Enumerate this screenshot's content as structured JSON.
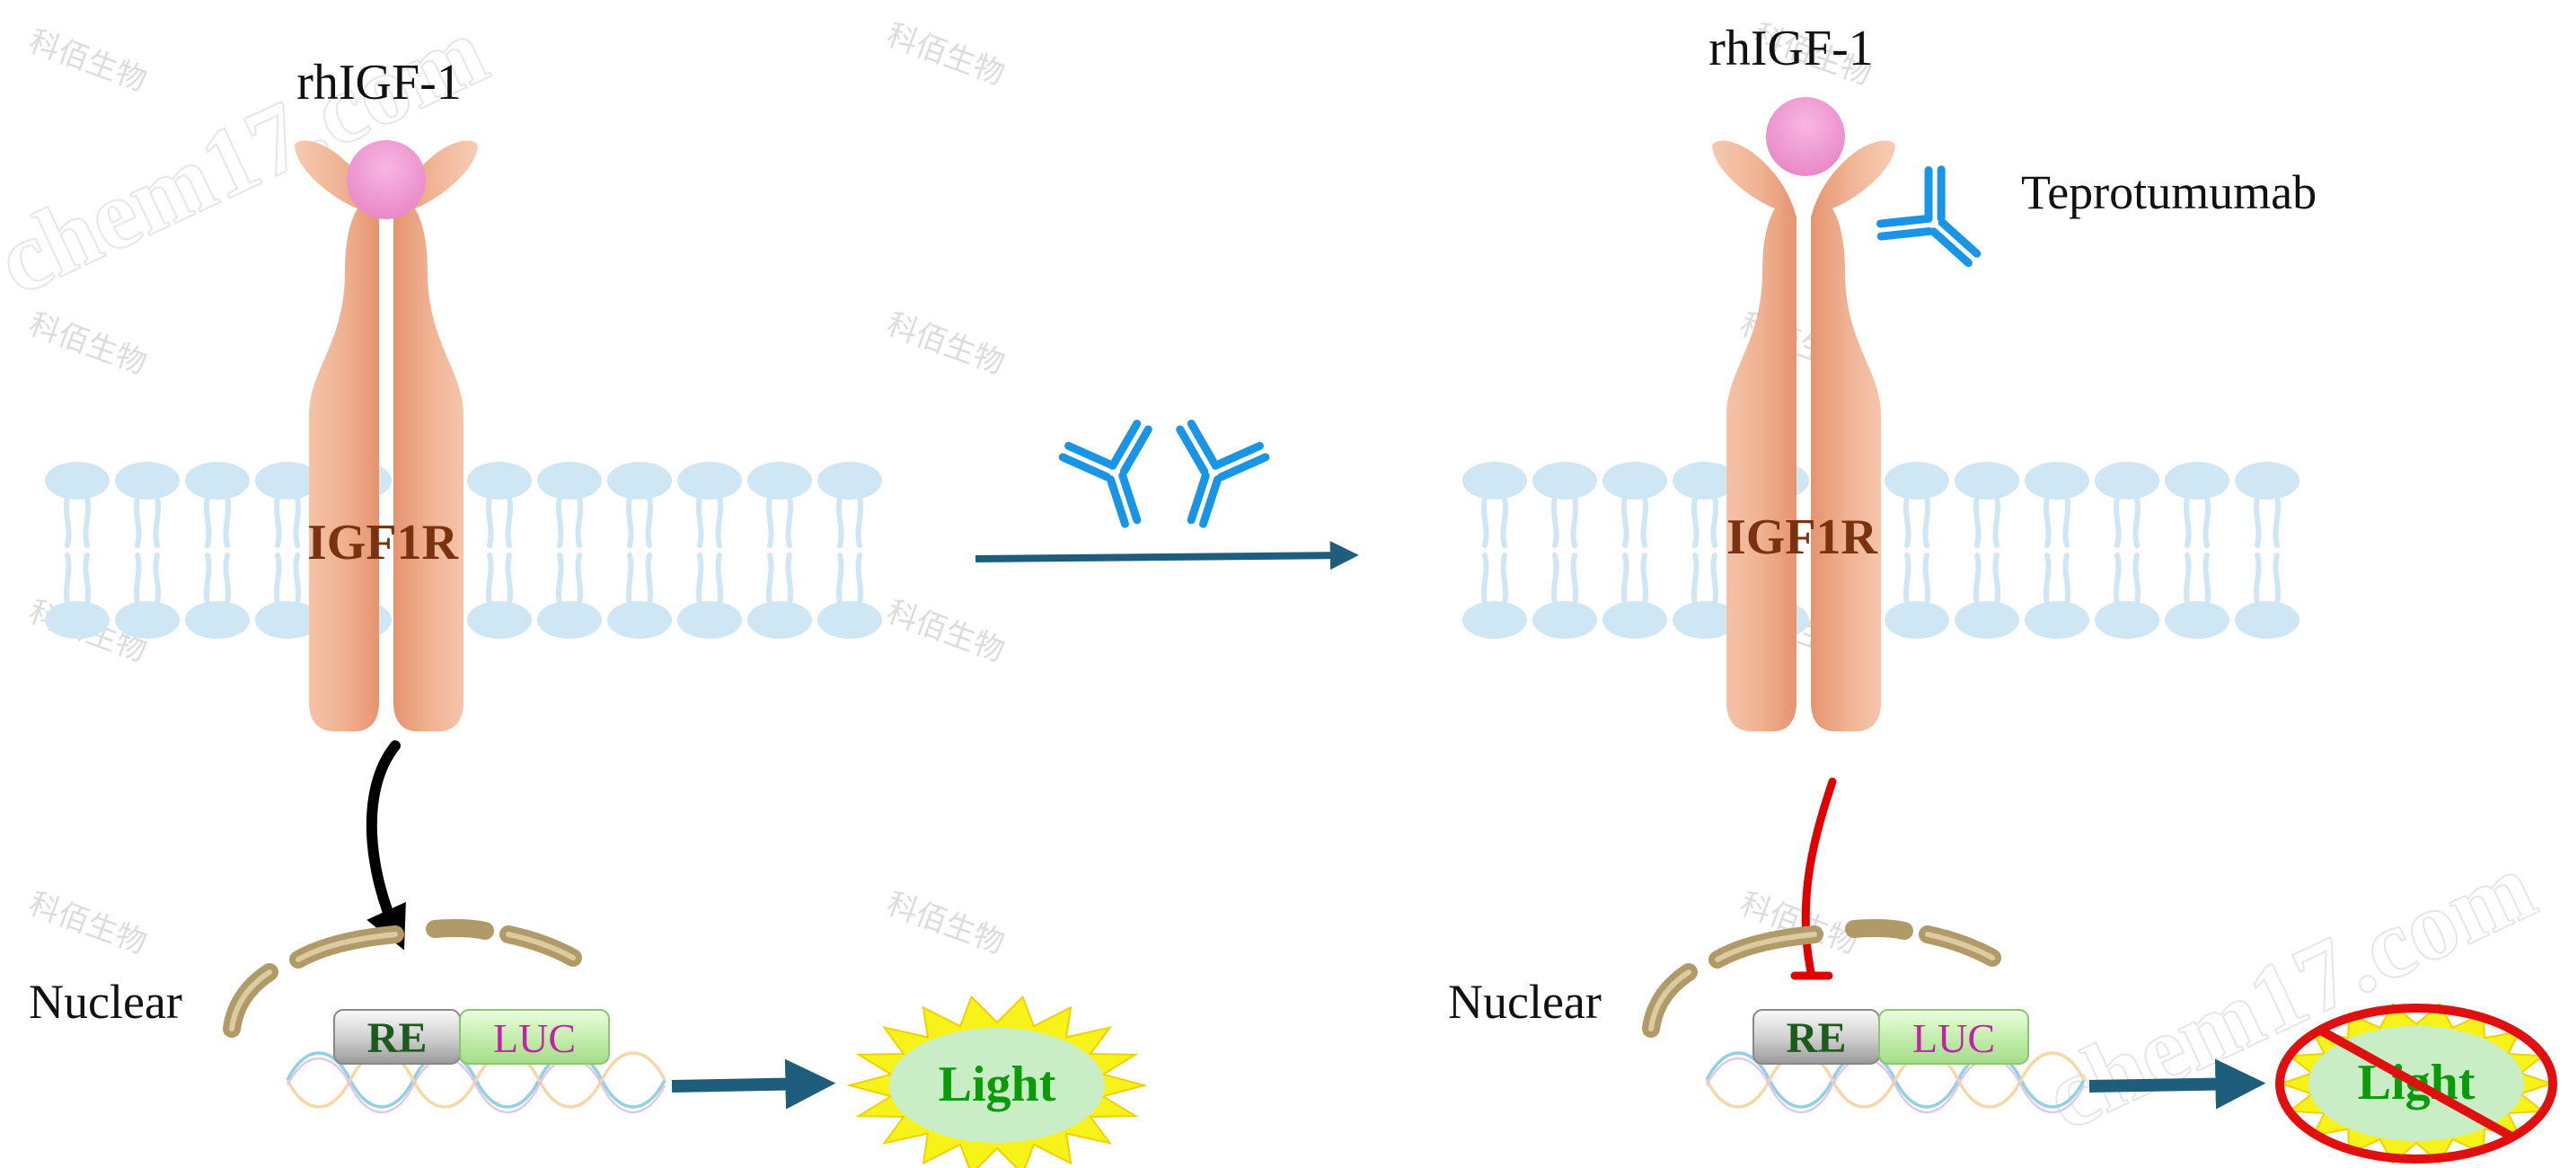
{
  "left_panel": {
    "ligand_label": "rhIGF-1",
    "receptor_label": "IGF1R",
    "nuclear_label": "Nuclear",
    "re_label": "RE",
    "luc_label": "LUC",
    "light_label": "Light"
  },
  "right_panel": {
    "ligand_label": "rhIGF-1",
    "antibody_label": "Teprotumumab",
    "receptor_label": "IGF1R",
    "nuclear_label": "Nuclear",
    "re_label": "RE",
    "luc_label": "LUC",
    "light_label": "Light"
  },
  "watermark": {
    "brand_cn": "科佰生物",
    "brand_url": "chem17.com"
  },
  "colors": {
    "membrane": "#cfe6f4",
    "receptor": "#f3b99c",
    "receptor_dark": "#e89a7a",
    "receptor_text": "#7a3310",
    "ligand": "#ee9bd2",
    "antibody": "#1a95e6",
    "arrow_main": "#1f5d7d",
    "arrow_signal": "#000000",
    "inhibit": "#e00000",
    "nucleus": "#b09a68",
    "re_text": "#1d5a1d",
    "luc_text": "#c023a8",
    "luc_box": "#c7efb5",
    "light_text": "#0a9a0a",
    "light_star": "#f7f21a",
    "light_core": "#c9edc4",
    "no_sign": "#e01010"
  }
}
